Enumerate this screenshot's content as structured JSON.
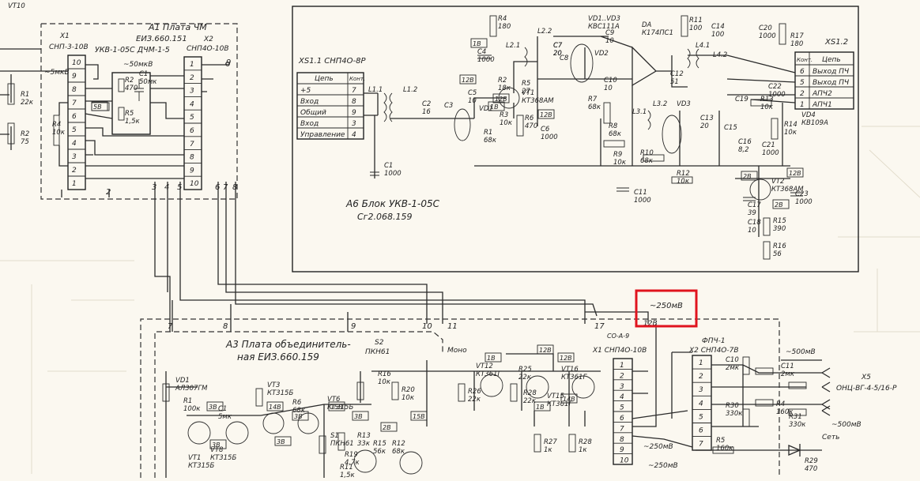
{
  "board_a1": {
    "title": "А1 Плата ЧМ",
    "code": "ЕИЗ.660.151",
    "sub": "УКВ-1-05С ДЧМ-1-5",
    "x1": "СНП-3-10В",
    "x1_ref": "X1",
    "x2": "СНП4О-10В",
    "x2_ref": "X2",
    "sig_in": "~5мкВ",
    "sig_out": "~50мкВ"
  },
  "block_a6": {
    "title": "А6 Блок УКВ-1-05С",
    "code": "Сг2.068.159"
  },
  "xs11": {
    "title": "XS1.1 СНП4О-8Р",
    "header_circuit": "Цепь",
    "header_contact": "Конт.",
    "rows": [
      {
        "name": "+5",
        "pin": "7"
      },
      {
        "name": "Вход",
        "pin": "8"
      },
      {
        "name": "Общий",
        "pin": "9"
      },
      {
        "name": "Вход",
        "pin": "3"
      },
      {
        "name": "Управление",
        "pin": "4"
      }
    ]
  },
  "xs12": {
    "title": "XS1.2",
    "header_contact": "Конт.",
    "header_circuit": "Цепь",
    "rows": [
      {
        "pin": "6",
        "name": "Выход ПЧ"
      },
      {
        "pin": "5",
        "name": "Выход ПЧ"
      },
      {
        "pin": "2",
        "name": "АПЧ2"
      },
      {
        "pin": "1",
        "name": "АПЧ1"
      }
    ]
  },
  "board_a3": {
    "title1": "А3 Плата объединитель-",
    "title2": "ная ЕИЗ.660.159",
    "x1": "X1 СНП4О-10В",
    "x1_top": "СО-А-9",
    "x2": "X2 СНП4О-7В",
    "x2_top": "ФПЧ-1",
    "x5": "X5",
    "x5_name": "ОНЦ-ВГ-4-5/16-Р",
    "switch": "S2",
    "switch_type": "ПКН61",
    "mono": "Моно",
    "mode": "Сеть"
  },
  "highlight": {
    "label": "~250мВ",
    "color": "#e0141e"
  },
  "levels": {
    "m500a": "~500мВ",
    "m500b": "~500мВ",
    "m250a": "~250мВ",
    "m250b": "~250мВ",
    "v12": "12В"
  },
  "a1_pins_left": [
    "10",
    "9",
    "8",
    "7",
    "6",
    "5",
    "4",
    "3",
    "2",
    "1"
  ],
  "a1_pins_right": [
    "1",
    "2",
    "3",
    "4",
    "5",
    "6",
    "7",
    "8",
    "9",
    "10"
  ],
  "a3_x1_pins": [
    "1",
    "2",
    "3",
    "4",
    "5",
    "6",
    "7",
    "8",
    "9",
    "10"
  ],
  "a3_x2_pins": [
    "1",
    "2",
    "3",
    "4",
    "5",
    "6",
    "7"
  ],
  "wire_numbers": [
    "2",
    "3",
    "4",
    "5",
    "6",
    "7",
    "8",
    "9",
    "7",
    "8",
    "9",
    "10",
    "11",
    "17"
  ],
  "components": [
    {
      "ref": "R1",
      "val": "22к"
    },
    {
      "ref": "R2",
      "val": "75"
    },
    {
      "ref": "R4",
      "val": "10к"
    },
    {
      "ref": "R2",
      "val": "470"
    },
    {
      "ref": "C1",
      "val": "50мк"
    },
    {
      "ref": "R5",
      "val": "1,5к"
    },
    {
      "ref": "R4",
      "val": "180"
    },
    {
      "ref": "L2.2",
      "val": ""
    },
    {
      "ref": "VD1..VD3",
      "val": "КВС111А"
    },
    {
      "ref": "C9",
      "val": "10"
    },
    {
      "ref": "DA",
      "val": "К174ПС1"
    },
    {
      "ref": "R11",
      "val": "100"
    },
    {
      "ref": "C14",
      "val": "100"
    },
    {
      "ref": "C20",
      "val": "1000"
    },
    {
      "ref": "R17",
      "val": "180"
    },
    {
      "ref": "C4",
      "val": "1000"
    },
    {
      "ref": "R2",
      "val": "18к"
    },
    {
      "ref": "R5",
      "val": "27"
    },
    {
      "ref": "VT1",
      "val": "КТ368АМ"
    },
    {
      "ref": "C8",
      "val": ""
    },
    {
      "ref": "VD2",
      "val": ""
    },
    {
      "ref": "R7",
      "val": "68к"
    },
    {
      "ref": "L4.1",
      "val": ""
    },
    {
      "ref": "L4.2",
      "val": ""
    },
    {
      "ref": "C12",
      "val": "51"
    },
    {
      "ref": "C22",
      "val": "1000"
    },
    {
      "ref": "C2",
      "val": "16"
    },
    {
      "ref": "C3",
      "val": ""
    },
    {
      "ref": "C5",
      "val": "10"
    },
    {
      "ref": "VD1",
      "val": ""
    },
    {
      "ref": "R3",
      "val": "10к"
    },
    {
      "ref": "R1",
      "val": "68к"
    },
    {
      "ref": "R6",
      "val": "470"
    },
    {
      "ref": "C6",
      "val": "1000"
    },
    {
      "ref": "C10",
      "val": "10"
    },
    {
      "ref": "L3.1",
      "val": ""
    },
    {
      "ref": "L3.2",
      "val": ""
    },
    {
      "ref": "VD3",
      "val": ""
    },
    {
      "ref": "C13",
      "val": "20"
    },
    {
      "ref": "C15",
      "val": ""
    },
    {
      "ref": "C19",
      "val": ""
    },
    {
      "ref": "R13",
      "val": "10к"
    },
    {
      "ref": "VD4",
      "val": "КВ109А"
    },
    {
      "ref": "R14",
      "val": "10к"
    },
    {
      "ref": "C21",
      "val": "1000"
    },
    {
      "ref": "C16",
      "val": "8,2"
    },
    {
      "ref": "R8",
      "val": "68к"
    },
    {
      "ref": "R9",
      "val": "10к"
    },
    {
      "ref": "R10",
      "val": "68к"
    },
    {
      "ref": "C1",
      "val": "1000"
    },
    {
      "ref": "C11",
      "val": "1000"
    },
    {
      "ref": "R12",
      "val": "10к"
    },
    {
      "ref": "VT2",
      "val": "КТ368АМ"
    },
    {
      "ref": "C17",
      "val": "39"
    },
    {
      "ref": "C18",
      "val": "10"
    },
    {
      "ref": "C23",
      "val": "1000"
    },
    {
      "ref": "R15",
      "val": "390"
    },
    {
      "ref": "R16",
      "val": "56"
    },
    {
      "ref": "L1.1",
      "val": ""
    },
    {
      "ref": "L1.2",
      "val": ""
    },
    {
      "ref": "L2.1",
      "val": ""
    },
    {
      "ref": "C7",
      "val": "20"
    },
    {
      "ref": "C7",
      "val": "20"
    },
    {
      "ref": "R16",
      "val": "10к"
    },
    {
      "ref": "R20",
      "val": "10к"
    },
    {
      "ref": "R26",
      "val": "22к"
    },
    {
      "ref": "VT12",
      "val": "КТ361Г"
    },
    {
      "ref": "R25",
      "val": "22к"
    },
    {
      "ref": "VT15",
      "val": "КТ361Г"
    },
    {
      "ref": "VT16",
      "val": "КТ361Г"
    },
    {
      "ref": "R28",
      "val": "22к"
    },
    {
      "ref": "R27",
      "val": "1к"
    },
    {
      "ref": "R28",
      "val": "1к"
    },
    {
      "ref": "C10",
      "val": "2мк"
    },
    {
      "ref": "C11",
      "val": "2мк"
    },
    {
      "ref": "R30",
      "val": "330к"
    },
    {
      "ref": "R4",
      "val": "160к"
    },
    {
      "ref": "R31",
      "val": "330к"
    },
    {
      "ref": "R5",
      "val": "160к"
    },
    {
      "ref": "R29",
      "val": "470"
    },
    {
      "ref": "VD1",
      "val": "АЛ307ГМ"
    },
    {
      "ref": "R1",
      "val": "100к"
    },
    {
      "ref": "C1",
      "val": "5мк"
    },
    {
      "ref": "VT3",
      "val": "КТ315Б"
    },
    {
      "ref": "R6",
      "val": "68к"
    },
    {
      "ref": "VT6",
      "val": "КТ315Б"
    },
    {
      "ref": "VT8",
      "val": "КТ315Б"
    },
    {
      "ref": "VT1",
      "val": "КТ315Б"
    },
    {
      "ref": "S1",
      "val": "ПКН61"
    },
    {
      "ref": "R13",
      "val": "33к"
    },
    {
      "ref": "R15",
      "val": "56к"
    },
    {
      "ref": "R19",
      "val": "4,7к"
    },
    {
      "ref": "R11",
      "val": "1,5к"
    },
    {
      "ref": "R12",
      "val": "68к"
    },
    {
      "ref": "VT10",
      "val": ""
    }
  ],
  "volt_tags": [
    "5В",
    "12В",
    "12В",
    "12В",
    "2В",
    "2В",
    "12В",
    "1В",
    "1В",
    "15В",
    "2В",
    "12В",
    "1В",
    "12В",
    "3В",
    "3В",
    "14В",
    "3В",
    "3В",
    "15В",
    "3В",
    "1В",
    "14В"
  ]
}
